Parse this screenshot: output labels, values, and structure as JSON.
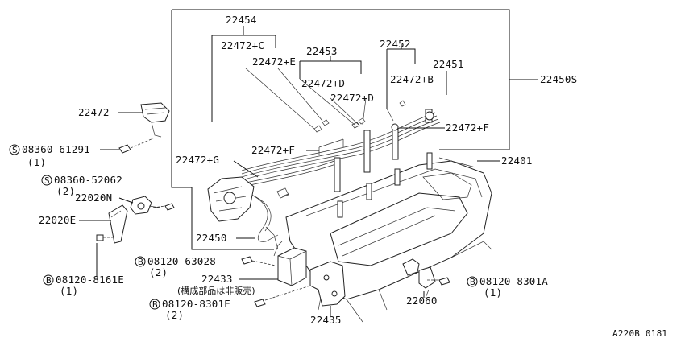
{
  "parts": {
    "p22454": "22454",
    "p22472C": "22472+C",
    "p22472E": "22472+E",
    "p22453": "22453",
    "p22472D1": "22472+D",
    "p22472D2": "22472+D",
    "p22452": "22452",
    "p22472B": "22472+B",
    "p22451": "22451",
    "p22450S": "22450S",
    "p22472": "22472",
    "p22472F1": "22472+F",
    "p22472F2": "22472+F",
    "p22472G": "22472+G",
    "p22401": "22401",
    "p22020N": "22020N",
    "p22020E": "22020E",
    "p22450": "22450",
    "p22433": "22433",
    "p22435": "22435",
    "p22060": "22060"
  },
  "bolts": {
    "b1": {
      "code": "08360-61291",
      "qty": "(1)",
      "prefix": "S"
    },
    "b2": {
      "code": "08360-52062",
      "qty": "(2)",
      "prefix": "S"
    },
    "b3": {
      "code": "08120-8161E",
      "qty": "(1)",
      "prefix": "B"
    },
    "b4": {
      "code": "08120-63028",
      "qty": "(2)",
      "prefix": "B"
    },
    "b5": {
      "code": "08120-8301E",
      "qty": "(2)",
      "prefix": "B"
    },
    "b6": {
      "code": "08120-8301A",
      "qty": "(1)",
      "prefix": "B"
    }
  },
  "notes": {
    "not_for_sale": "(構成部品は非販売)"
  },
  "footer": {
    "diagram_code": "A220B 0181"
  }
}
